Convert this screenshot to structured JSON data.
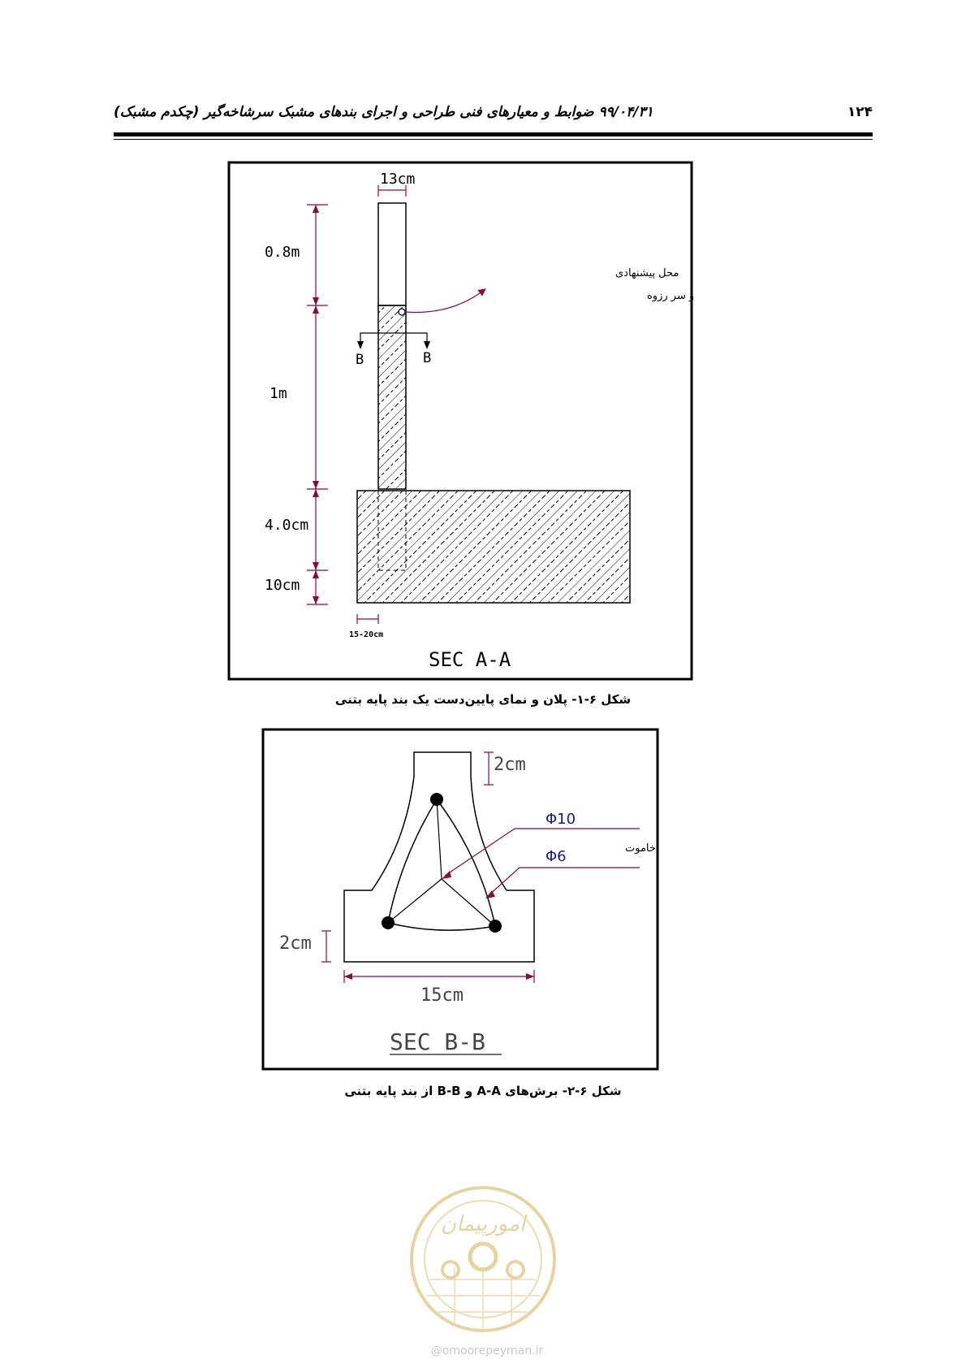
{
  "header": {
    "page_number": "۱۲۴",
    "title": "۹۹/۰۴/۳۱ ضوابط و معیارهای فنی طراحی و اجرای بندهای مشبک سرشاخه‌گیر (چکدم مشبک)"
  },
  "figure1": {
    "labels": {
      "width_top": "13cm",
      "h1": "0.8m",
      "h2": "1m",
      "h3": "4.0cm",
      "h4": "10cm",
      "offset": "15-20cm",
      "section_left": "B",
      "section_right": "B",
      "section_title": "SEC A-A",
      "note_line1": "محل پیشنهادی",
      "note_line2": "جهت عبور میلگرد دو سر رزوه"
    },
    "caption": "شکل ۶-۱- پلان و نمای پایین‌دست یک بند پایه بتنی"
  },
  "figure2": {
    "labels": {
      "top_dim": "2cm",
      "side_dim": "2cm",
      "base_dim": "15cm",
      "rebar": "Φ10",
      "stirrup": "Φ6",
      "stirrup_name": "خاموت",
      "section_title": "SEC B-B"
    },
    "caption": "شکل ۶-۲- برش‌های A-A و B-B از بند پایه بتنی"
  },
  "footer": {
    "watermark_text": "امورپیمان",
    "site": "@omoorepeyman.ir"
  },
  "colors": {
    "dimension": "#8b0a3a",
    "blue_text": "#1a1a8a",
    "watermark": "#e6d4a0"
  }
}
